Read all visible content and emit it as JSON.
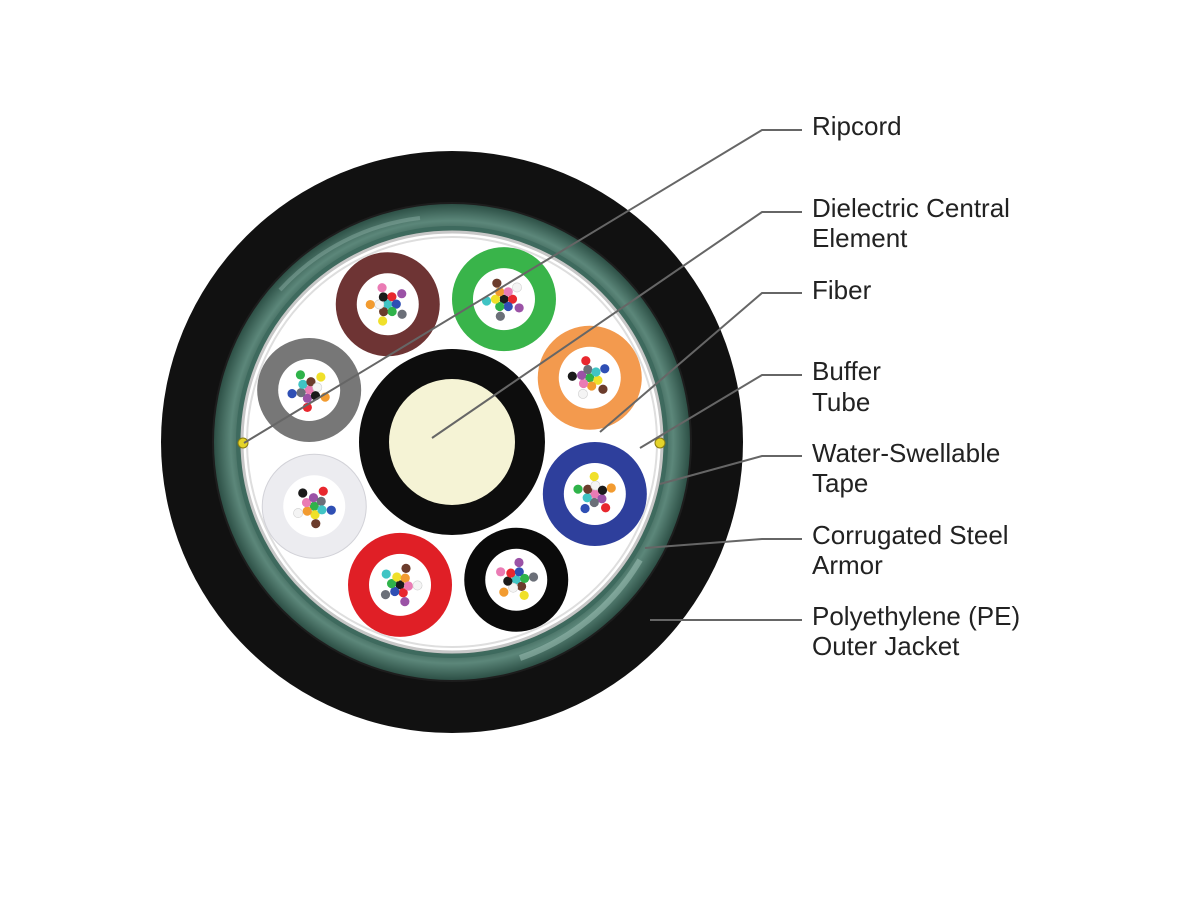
{
  "labels": [
    {
      "id": "ripcord",
      "lines": [
        "Ripcord"
      ]
    },
    {
      "id": "central",
      "lines": [
        "Dielectric Central",
        "Element"
      ]
    },
    {
      "id": "fiber",
      "lines": [
        "Fiber"
      ]
    },
    {
      "id": "buffer",
      "lines": [
        "Buffer",
        "Tube"
      ]
    },
    {
      "id": "tape",
      "lines": [
        "Water-Swellable",
        "Tape"
      ]
    },
    {
      "id": "armor",
      "lines": [
        "Corrugated Steel",
        "Armor"
      ]
    },
    {
      "id": "jacket",
      "lines": [
        "Polyethylene (PE)",
        "Outer Jacket"
      ]
    }
  ],
  "colors": {
    "jacket": "#111111",
    "armor": "#4f786c",
    "armor_highlight": "#8fb3a8",
    "tape": "#ffffff",
    "central_jacket": "#0d0d0d",
    "central_core": "#f5f3d5",
    "ripcord": "#e4d32a",
    "leader_line": "#666666",
    "tube_colors": [
      "#39b44a",
      "#f39a4e",
      "#2e3f9c",
      "#0a0a0a",
      "#e01f26",
      "#ececf0",
      "#777777",
      "#6e3434"
    ],
    "fiber_colors": [
      "#1a1a1a",
      "#e8272e",
      "#2f4fb4",
      "#2fb34a",
      "#f0e02a",
      "#f29b30",
      "#ea7bb4",
      "#9b52a6",
      "#6b6f78",
      "#40c4c4",
      "#6b3c2c",
      "#f4f4f4"
    ]
  }
}
